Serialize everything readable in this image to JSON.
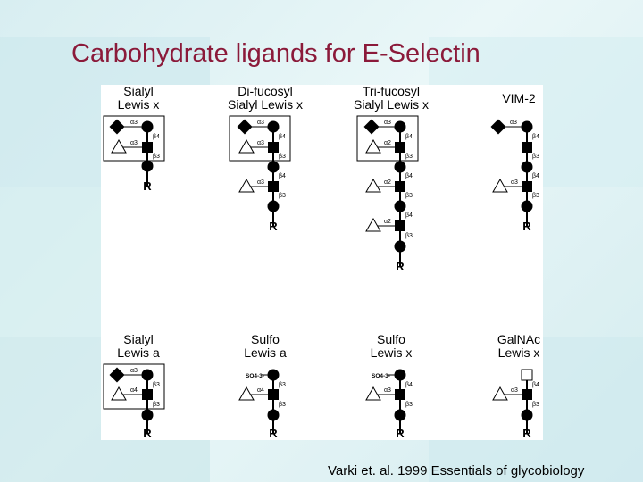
{
  "slide": {
    "title": "Carbohydrate ligands for E-Selectin",
    "citation": "Varki et. al.  1999 Essentials of glycobiology"
  },
  "structures": [
    {
      "name_line1": "Sialyl",
      "name_line2": "Lewis x",
      "reducing_end": "R"
    },
    {
      "name_line1": "Di-fucosyl",
      "name_line2": "Sialyl Lewis x",
      "reducing_end": "R"
    },
    {
      "name_line1": "Tri-fucosyl",
      "name_line2": "Sialyl Lewis x",
      "reducing_end": "R"
    },
    {
      "name_line1": "VIM-2",
      "name_line2": "",
      "reducing_end": "R"
    },
    {
      "name_line1": "Sialyl",
      "name_line2": "Lewis a",
      "reducing_end": "R"
    },
    {
      "name_line1": "Sulfo",
      "name_line2": "Lewis a",
      "reducing_end": "R"
    },
    {
      "name_line1": "Sulfo",
      "name_line2": "Lewis x",
      "reducing_end": "R"
    },
    {
      "name_line1": "GalNAc",
      "name_line2": "Lewis x",
      "reducing_end": "R"
    }
  ],
  "linkages": {
    "a3": "α3",
    "a4": "α4",
    "a2": "α2",
    "b3": "β3",
    "b4": "β4",
    "so4": "SO4-3-"
  },
  "colors": {
    "title": "#8b1a3a",
    "background": "#e4f4f6",
    "panel": "#ffffff",
    "glyph": "#000000"
  }
}
